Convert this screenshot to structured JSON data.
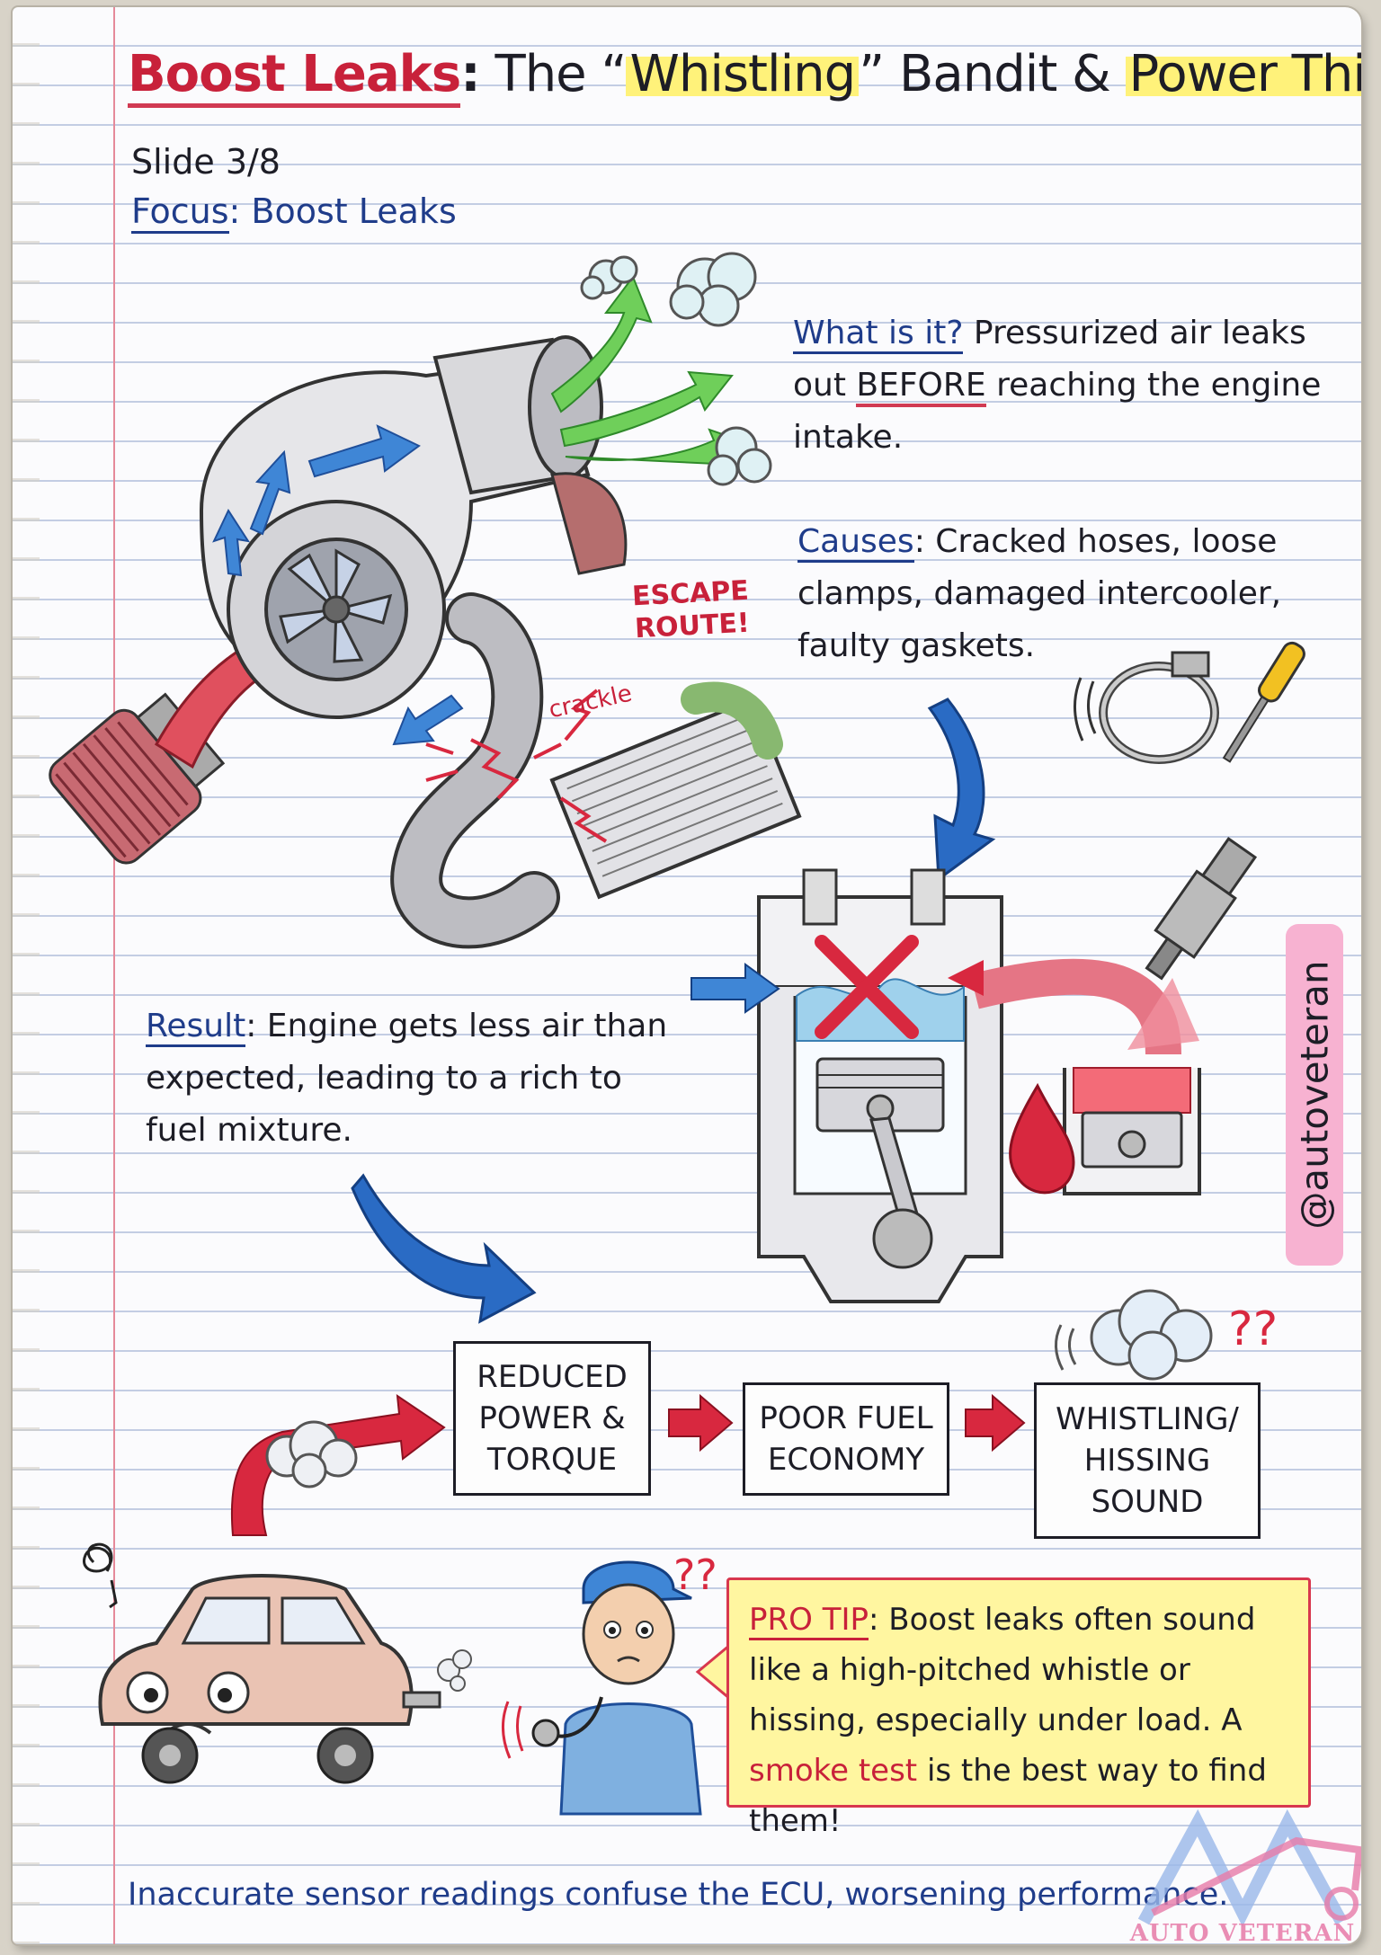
{
  "title": {
    "part1": "Boost Leaks",
    "colon": ":",
    "part2": "The “",
    "highlight1": "Whistling",
    "part3": "” Bandit & ",
    "highlight2": "Power Thief"
  },
  "slide": "Slide 3/8",
  "focus": {
    "label": "Focus",
    "sep": ": ",
    "value": "Boost Leaks"
  },
  "what": {
    "label": "What is it?",
    "text1": " Pressurized air leaks out ",
    "emph": "BEFORE",
    "text2": " reaching the engine intake."
  },
  "causes": {
    "label": "Causes",
    "text": ": Cracked hoses, loose clamps, damaged intercooler, faulty gaskets."
  },
  "result": {
    "label": "Result",
    "text": ": Engine gets less air than expected, leading to a rich to fuel mixture."
  },
  "diagram_labels": {
    "escape": "ESCAPE\nROUTE!",
    "crackle": "crackle"
  },
  "effects": [
    "REDUCED\nPOWER &\nTORQUE",
    "POOR FUEL\nECONOMY",
    "WHISTLING/\nHISSING\nSOUND"
  ],
  "pro_tip": {
    "label": "PRO TIP",
    "text1": ": Boost leaks often sound like a high-pitched whistle or hissing, especially under load. A ",
    "smoke": "smoke test",
    "text2": " is the best way to find them!"
  },
  "handle": "@autoveteran",
  "footer": "Inaccurate sensor readings confuse the ECU, worsening performance.",
  "logo_text": "AUTO VETERAN",
  "colors": {
    "red": "#d8283f",
    "blue": "#2a6bc4",
    "green": "#5cc24a",
    "highlight": "#fff27a",
    "navy": "#1f3c8a",
    "pink": "#f7b2d1"
  }
}
